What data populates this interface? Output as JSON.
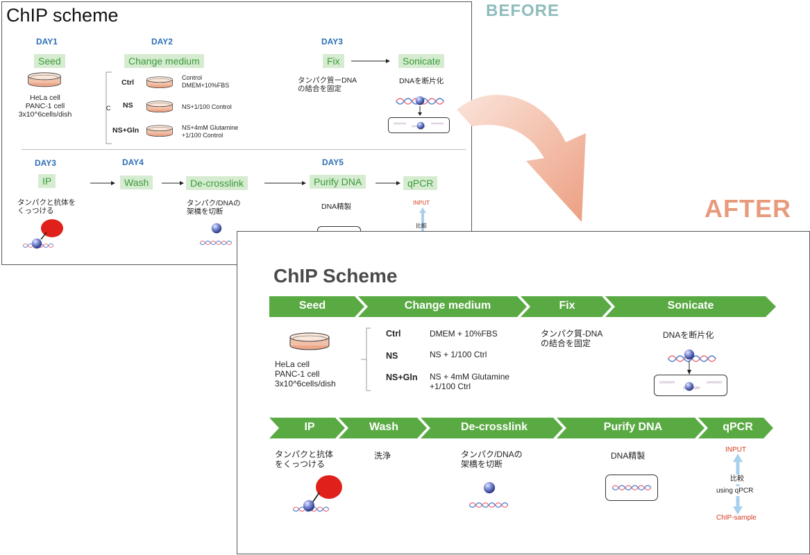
{
  "labels": {
    "before": "BEFORE",
    "after": "AFTER"
  },
  "colors": {
    "before_label": "#8fbcbc",
    "after_label": "#e89a7c",
    "green": "#5aaa44",
    "red": "#d23b1e",
    "blue_day": "#2c6fb6"
  },
  "before": {
    "title": "ChIP scheme",
    "row1": {
      "days": [
        "DAY1",
        "DAY2",
        "DAY3"
      ],
      "steps": {
        "seed": "Seed",
        "change": "Change medium",
        "fix": "Fix",
        "sonicate": "Sonicate"
      },
      "cells": [
        "HeLa cell",
        "PANC-1 cell",
        "3x10^6cells/dish"
      ],
      "brace_c": "C",
      "conditions": [
        {
          "name": "Ctrl",
          "desc1": "Control",
          "desc2": "DMEM+10%FBS"
        },
        {
          "name": "NS",
          "desc1": "NS+1/100 Control",
          "desc2": ""
        },
        {
          "name": "NS+Gln",
          "desc1": "NS+4mM Glutamine",
          "desc2": "+1/100 Control"
        }
      ],
      "fix_note": [
        "タンパク質ーDNA",
        "の結合を固定"
      ],
      "sonicate_note": "DNAを断片化"
    },
    "row2": {
      "days": [
        "DAY3",
        "DAY4",
        "DAY5"
      ],
      "steps": {
        "ip": "IP",
        "wash": "Wash",
        "decross": "De-crosslink",
        "purify": "Purify DNA",
        "qpcr": "qPCR"
      },
      "ip_note": [
        "タンパクと抗体を",
        "くっつける"
      ],
      "decross_note": [
        "タンパク/DNAの",
        "架橋を切断"
      ],
      "purify_note": "DNA精製",
      "input": "INPUT",
      "compare": "比較"
    }
  },
  "after": {
    "title": "ChIP Scheme",
    "row1_steps": [
      "Seed",
      "Change medium",
      "Fix",
      "Sonicate"
    ],
    "cells": [
      "HeLa cell",
      "PANC-1 cell",
      "3x10^6cells/dish"
    ],
    "conditions": [
      {
        "name": "Ctrl",
        "desc1": "DMEM + 10%FBS",
        "desc2": ""
      },
      {
        "name": "NS",
        "desc1": "NS + 1/100 Ctrl",
        "desc2": ""
      },
      {
        "name": "NS+Gln",
        "desc1": "NS + 4mM Glutamine",
        "desc2": "+1/100 Ctrl"
      }
    ],
    "fix_note": [
      "タンパク質-DNA",
      "の結合を固定"
    ],
    "sonicate_note": "DNAを断片化",
    "row2_steps": [
      "IP",
      "Wash",
      "De-crosslink",
      "Purify DNA",
      "qPCR"
    ],
    "ip_note": [
      "タンパクと抗体",
      "をくっつける"
    ],
    "wash_note": "洗浄",
    "decross_note": [
      "タンパク/DNAの",
      "架橋を切断"
    ],
    "purify_note": "DNA精製",
    "input": "INPUT",
    "compare": "比較",
    "using": "using qPCR",
    "chip_sample": "ChIP-sample"
  }
}
